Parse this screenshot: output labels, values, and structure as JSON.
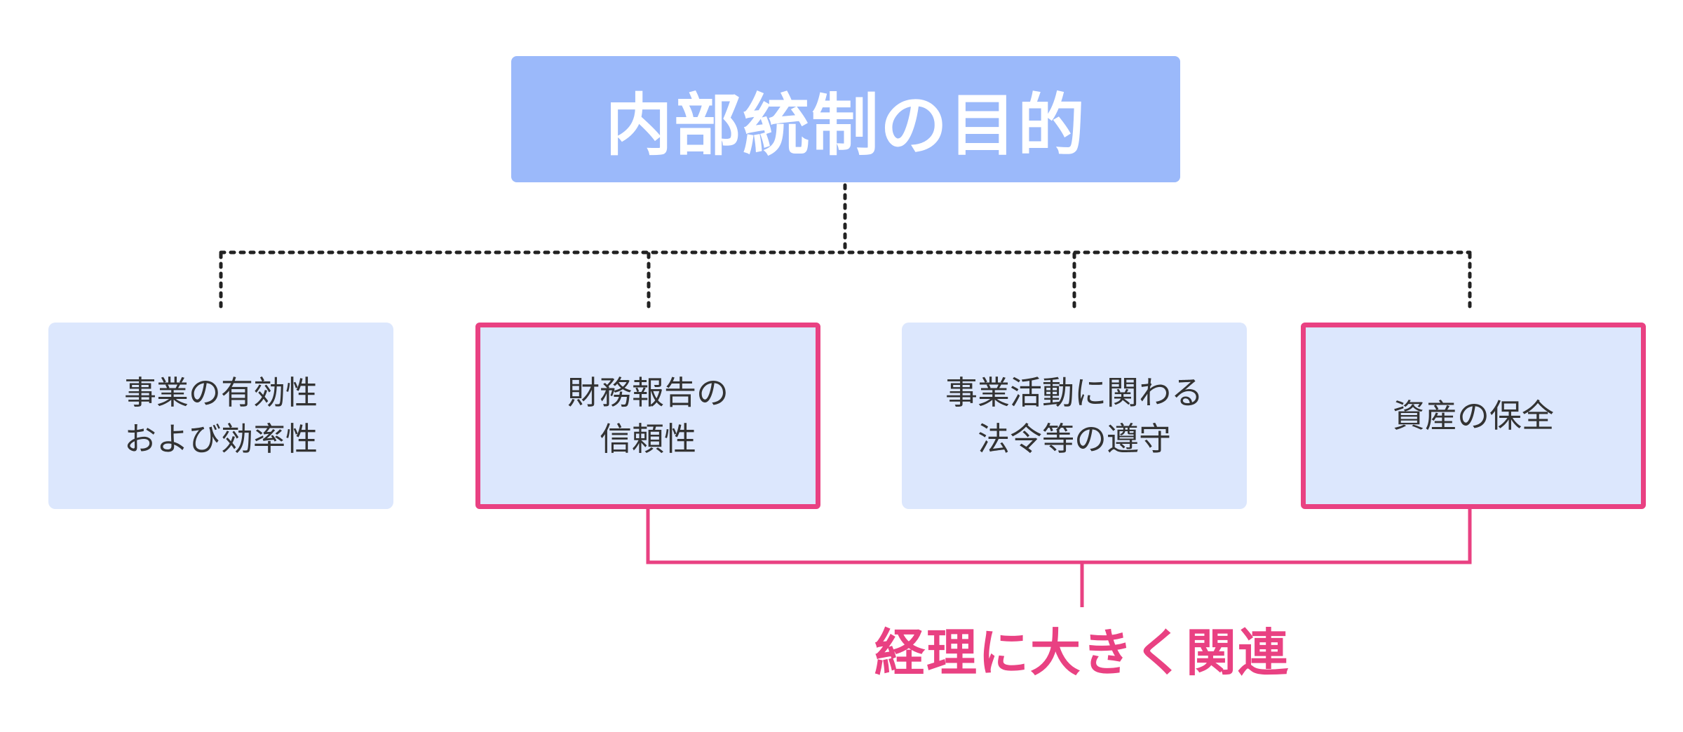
{
  "root": {
    "title": "内部統制の目的"
  },
  "objectives": [
    {
      "label": "事業の有効性\nおよび効率性",
      "highlighted": false
    },
    {
      "label": "財務報告の\n信頼性",
      "highlighted": true
    },
    {
      "label": "事業活動に関わる\n法令等の遵守",
      "highlighted": false
    },
    {
      "label": "資産の保全",
      "highlighted": true
    }
  ],
  "note": {
    "text": "経理に大きく関連"
  },
  "colors": {
    "root_fill": "#9bb9fa",
    "child_fill": "#dce7fd",
    "accent": "#e94182",
    "connector": "#222222",
    "text": "#333333"
  }
}
